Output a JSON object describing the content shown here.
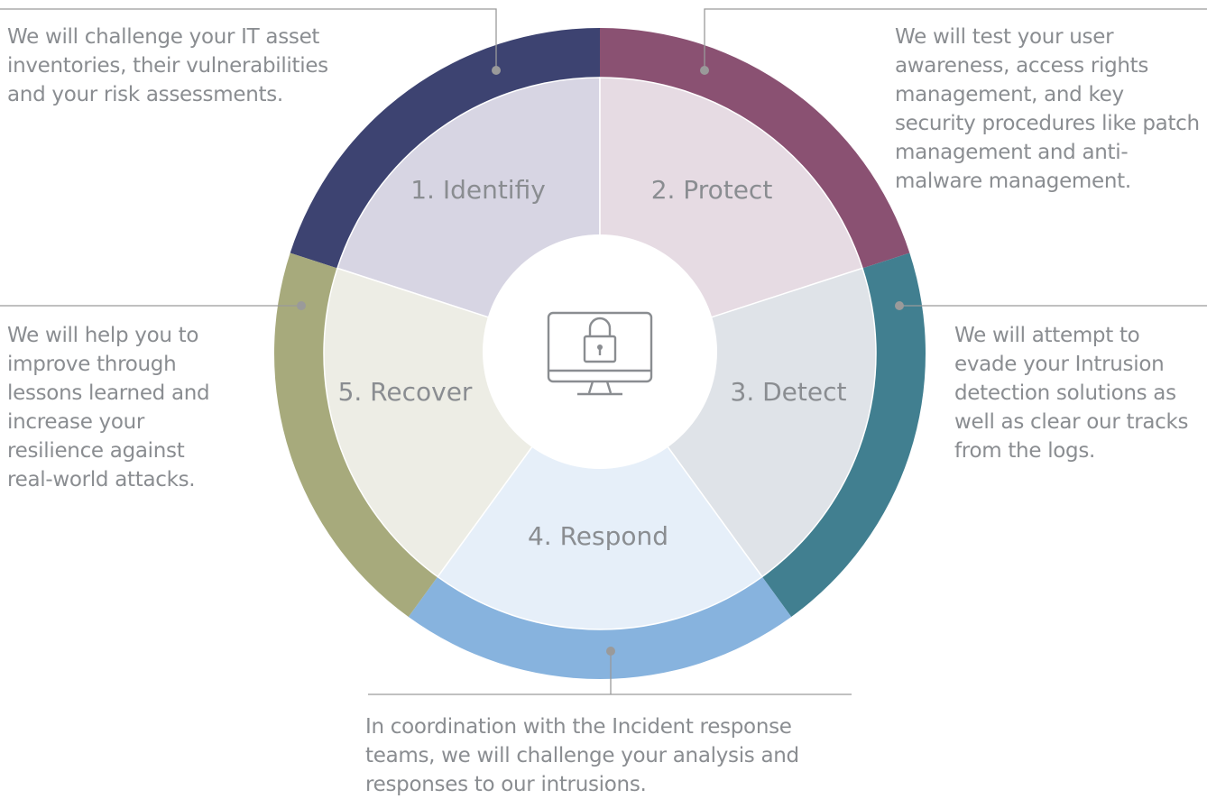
{
  "segments": [
    {
      "id": "identify",
      "label": "1. Identifiy",
      "inner_color": "#d7d5e3",
      "outer_color": "#3d4371",
      "description": "We will challenge your IT asset inventories, their vulnerabilities and your risk assessments."
    },
    {
      "id": "protect",
      "label": "2. Protect",
      "inner_color": "#e6dbe3",
      "outer_color": "#8a5172",
      "description": "We will test your user awareness, access rights management, and key security procedures like patch management and anti-malware management."
    },
    {
      "id": "detect",
      "label": "3. Detect",
      "inner_color": "#dfe3e8",
      "outer_color": "#417f90",
      "description": "We will attempt to evade your Intrusion detection solutions as well as clear our tracks from the logs."
    },
    {
      "id": "respond",
      "label": "4. Respond",
      "inner_color": "#e6eff9",
      "outer_color": "#87b3de",
      "description": "In coordination with the Incident response teams, we will challenge your analysis and responses to our intrusions."
    },
    {
      "id": "recover",
      "label": "5. Recover",
      "inner_color": "#ededE5",
      "outer_color": "#a7aa7c",
      "description": "We will help you to improve through lessons learned and increase your resilience against real-world attacks."
    }
  ],
  "center_icon": "monitor-lock-icon",
  "colors": {
    "text": "#8a8d91",
    "leader": "#9a9a9a",
    "center": "#ffffff"
  }
}
